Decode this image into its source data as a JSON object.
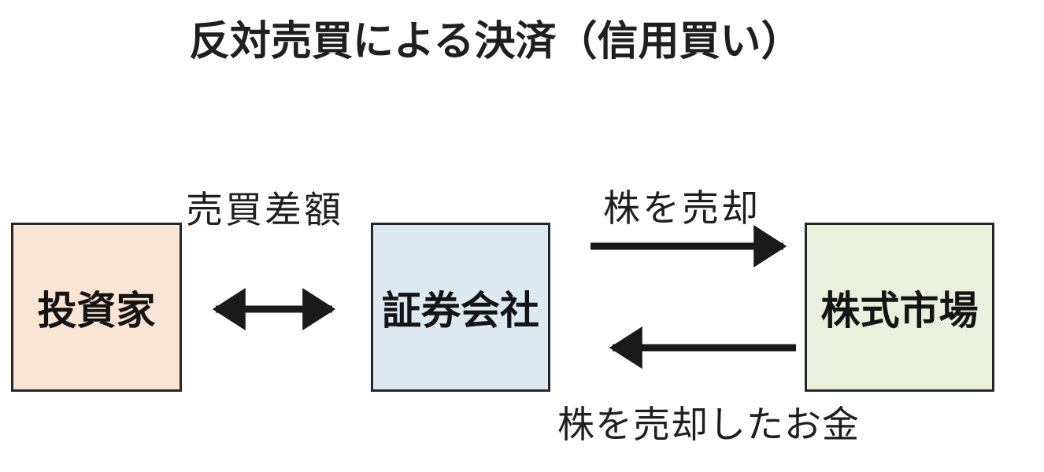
{
  "diagram": {
    "title": "反対売買による決済（信用買い）",
    "nodes": [
      {
        "id": "investor",
        "label": "投資家",
        "fill": "#fae4d4"
      },
      {
        "id": "securities",
        "label": "証券会社",
        "fill": "#dce9f1"
      },
      {
        "id": "market",
        "label": "株式市場",
        "fill": "#ebf0dd"
      }
    ],
    "edges": [
      {
        "from": "投資家",
        "to": "証券会社",
        "label": "売買差額",
        "direction": "both"
      },
      {
        "from": "証券会社",
        "to": "株式市場",
        "label": "株を売却",
        "direction": "forward"
      },
      {
        "from": "株式市場",
        "to": "証券会社",
        "label": "株を売却したお金",
        "direction": "forward"
      }
    ],
    "colors": {
      "background": "#ffffff",
      "border": "#262626",
      "arrow": "#1a1a1a",
      "text": "#1f1f1f"
    }
  }
}
